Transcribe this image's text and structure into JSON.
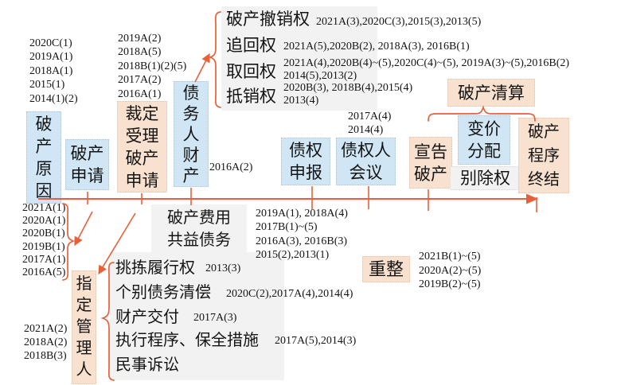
{
  "colors": {
    "accent": "#e8603a",
    "blue_box": "#d0e6f5",
    "orange_box": "#f9e1cf",
    "gray_box": "#f2f2f3"
  },
  "stages": {
    "cause": {
      "label": "破\n产\n原\n因",
      "refs": [
        "2020C(1)",
        "2019A(1)",
        "2018A(1)",
        "2015(1)",
        "2014(1)(2)"
      ]
    },
    "application": {
      "label": "破产\n申请",
      "refs": [
        "2021A(1)",
        "2020A(1)",
        "2020B(1)",
        "2019B(1)",
        "2017A(1)",
        "2016A(5)"
      ]
    },
    "ruling": {
      "label": "裁定\n受理\n破产\n申请",
      "refs": [
        "2019A(2)",
        "2018A(5)",
        "2018B(1)(2)(5)",
        "2017A(2)",
        "2016A(1)"
      ]
    },
    "debtor_property": {
      "label": "债\n务\n人\n财\n产",
      "ref": "2016A(2)"
    },
    "claim_declaration": {
      "label": "债权\n申报",
      "refs": [
        "2019A(1), 2018A(4)",
        "2017B(1)~(5)",
        "2016A(3), 2016B(3)",
        "2015(2),2013(1)"
      ]
    },
    "creditors_meeting": {
      "label": "债权人\n会议",
      "refs": [
        "2017A(4)",
        "2014(4)"
      ]
    },
    "declare_bankruptcy": {
      "label": "宣告\n破产"
    },
    "liquidation": {
      "label": "破产清算"
    },
    "conversion_distribution": {
      "label": "变价\n分配"
    },
    "exclusion_right": {
      "label": "别除权"
    },
    "procedure_end": {
      "label": "破产\n程序\n终结"
    },
    "reorganization": {
      "label": "重整",
      "refs": [
        "2021B(1)~(5)",
        "2020A(2)~(5)",
        "2019B(2)~(5)"
      ]
    },
    "administrator": {
      "label": "指\n定\n管\n理\n人",
      "refs": [
        "2021A(2)",
        "2018A(2)",
        "2018B(3)"
      ]
    },
    "expenses_common_debts": {
      "label": "破产费用\n共益债务"
    }
  },
  "rights_panel": {
    "rows": [
      {
        "label": "破产撤销权",
        "refs": "2021A(3),2020C(3),2015(3),2013(5)"
      },
      {
        "label": "追回权",
        "refs": "2021A(5),2020B(2), 2018A(3), 2016B(1)"
      },
      {
        "label": "取回权",
        "refs": "2021A(4),2020B(4)~(5),2020C(4)~(5), 2019A(3)~(5),2016B(2)\n2014(5),2013(2)"
      },
      {
        "label": "抵销权",
        "refs": "2020B(3), 2018B(4),2015(4)\n2013(4)"
      }
    ]
  },
  "effects_panel": {
    "rows": [
      {
        "label": "挑拣履行权",
        "refs": "2013(3)"
      },
      {
        "label": "个别债务清偿",
        "refs": "2020C(2),2017A(4),2014(4)"
      },
      {
        "label": "财产交付",
        "refs": "2017A(3)"
      },
      {
        "label": "执行程序、保全措施",
        "refs": "2017A(5),2014(3)"
      },
      {
        "label": "民事诉讼",
        "refs": ""
      }
    ]
  }
}
